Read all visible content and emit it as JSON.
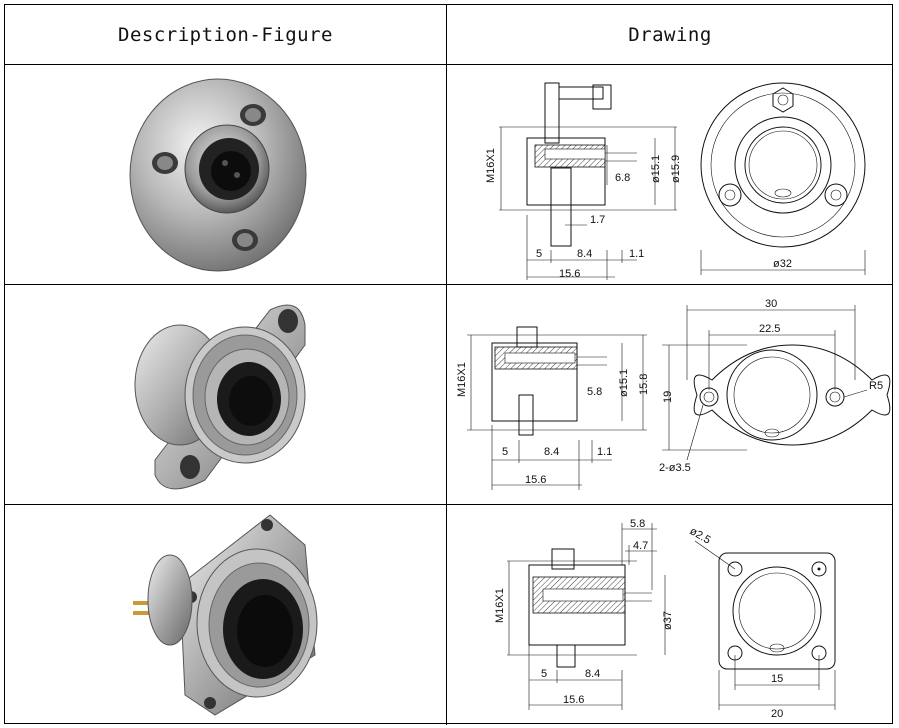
{
  "header": {
    "col1": "Description-Figure",
    "col2": "Drawing"
  },
  "rows": [
    {
      "photo_icon": "round-flange-connector",
      "dims": {
        "thread": "M16X1",
        "d_inner": "ø15.1",
        "d_outer": "ø15.9",
        "d_flange": "ø32",
        "a": "6.8",
        "b": "1.7",
        "c": "5",
        "d": "8.4",
        "e": "1.1",
        "len": "15.6"
      }
    },
    {
      "photo_icon": "two-hole-oval-flange-connector",
      "dims": {
        "thread": "M16X1",
        "d_inner": "ø15.1",
        "d_outer": "15.8",
        "a": "5.8",
        "c": "5",
        "d": "8.4",
        "e": "1.1",
        "len": "15.6",
        "width": "30",
        "pitch": "22.5",
        "height": "19",
        "radius": "R5",
        "holes": "2-ø3.5"
      }
    },
    {
      "photo_icon": "square-flange-connector",
      "dims": {
        "thread": "M16X1",
        "a": "5.8",
        "b": "4.7",
        "d_body": "ø37",
        "c": "5",
        "d": "8.4",
        "len": "15.6",
        "hole": "ø2.5",
        "pitch": "15",
        "width": "20"
      }
    }
  ]
}
